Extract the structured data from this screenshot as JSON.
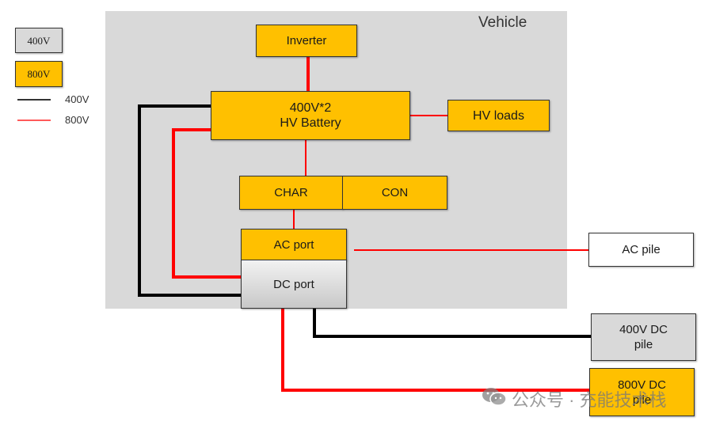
{
  "legend": {
    "boxes": [
      {
        "label": "400V",
        "color": "#d9d9d9"
      },
      {
        "label": "800V",
        "color": "#ffc000"
      }
    ],
    "lines": [
      {
        "label": "400V",
        "color": "#000000"
      },
      {
        "label": "800V",
        "color": "#ff0000"
      }
    ]
  },
  "vehicle": {
    "title": "Vehicle",
    "background": "#d9d9d9"
  },
  "components": {
    "inverter": "Inverter",
    "battery_line1": "400V*2",
    "battery_line2": "HV Battery",
    "hv_loads": "HV loads",
    "char": "CHAR",
    "con": "CON",
    "ac_port": "AC port",
    "dc_port": "DC port",
    "ac_pile": "AC pile",
    "dc400_line1": "400V DC",
    "dc400_line2": "pile",
    "dc800_line1": "800V DC",
    "dc800_line2": "pile"
  },
  "colors": {
    "orange": "#ffc000",
    "grey": "#d9d9d9",
    "wire_400v": "#000000",
    "wire_800v": "#ff0000"
  },
  "watermark": {
    "icon": "wechat-icon",
    "text": "公众号 · 充能技术栈"
  }
}
